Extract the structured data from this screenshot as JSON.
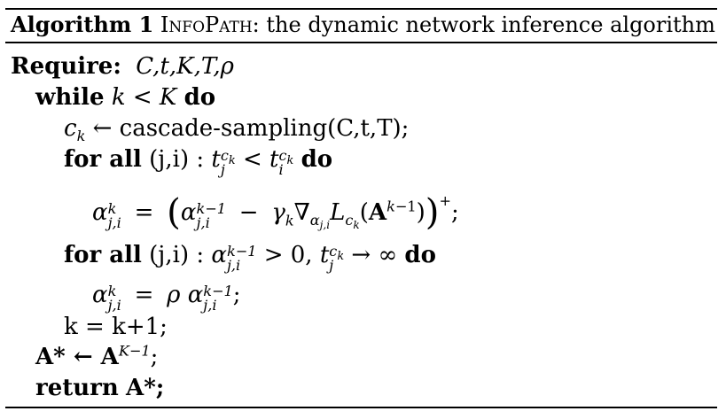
{
  "caption": {
    "label": "Algorithm 1",
    "name": "InfoPath",
    "rest": ": the dynamic network inference algorithm"
  },
  "lines": {
    "require_kw": "Require:",
    "require_args": "C,t,K,T,ρ",
    "while_kw": "while",
    "while_cond": "k < K",
    "do_kw": "do",
    "cascade_lhs": "c",
    "cascade_lhs_sub": "k",
    "cascade_arrow": "←",
    "cascade_fn": "cascade-sampling",
    "cascade_args": "(C,t,T);",
    "forall_kw": "for all",
    "forall1_pair": "(j,i) :",
    "forall2_pair": "(j,i) :",
    "assign1_tail": ";",
    "assign2_tail": ";",
    "forall2_cond": "> 0,",
    "forall2_to": "→ ∞",
    "kinc": "k = k+1;",
    "astar_line": "A* ← A",
    "astar_sup": "K−1",
    "astar_end": ";",
    "return_kw": "return",
    "return_val": "A*;"
  }
}
